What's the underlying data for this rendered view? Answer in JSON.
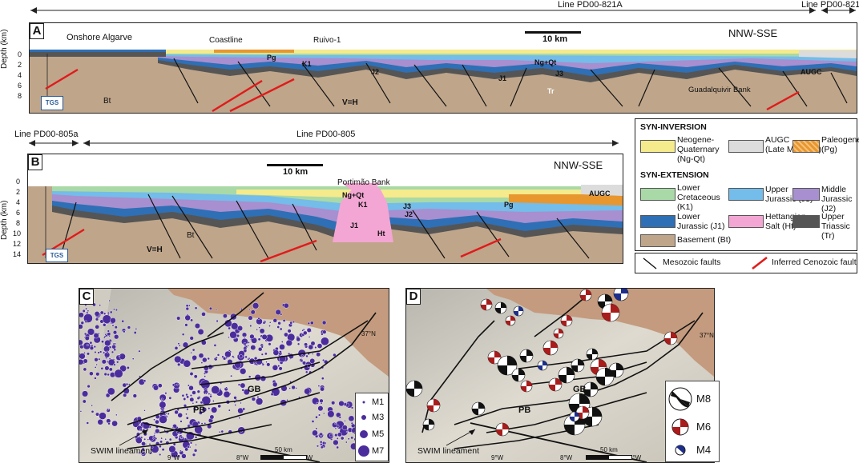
{
  "lines_top": {
    "line_a": "Line PD00-821A",
    "line_b": "Line PD00-821"
  },
  "panel_a": {
    "label": "A",
    "orientation": "NNW-SSE",
    "scale": "10 km",
    "places": [
      "Onshore Algarve",
      "Coastline",
      "Ruivo-1",
      "Guadalquivir Bank"
    ],
    "units": [
      "Pg",
      "K1",
      "J2",
      "J1",
      "J3",
      "Tr",
      "Bt",
      "Ng+Qt",
      "AUGC"
    ],
    "vh": "V=H",
    "depth_label": "Depth (km)",
    "depth_ticks": [
      "0",
      "2",
      "4",
      "6",
      "8"
    ],
    "logo": "TGS"
  },
  "lines_b": {
    "line_a": "Line PD00-805a",
    "line_b": "Line PD00-805"
  },
  "panel_b": {
    "label": "B",
    "orientation": "NNW-SSE",
    "scale": "10 km",
    "places": [
      "Portimão Bank"
    ],
    "units": [
      "Ng+Qt",
      "K1",
      "J3",
      "J2",
      "J1",
      "Ht",
      "Pg",
      "AUGC",
      "Bt"
    ],
    "vh": "V=H",
    "depth_label": "Depth (km)",
    "depth_ticks": [
      "0",
      "2",
      "4",
      "6",
      "8",
      "10",
      "12",
      "14"
    ],
    "logo": "TGS"
  },
  "legend": {
    "syn_inversion": "SYN-INVERSION",
    "syn_extension": "SYN-EXTENSION",
    "items": [
      {
        "l1": "Neogene-",
        "l2": "Quaternary",
        "l3": "(Ng-Qt)",
        "color": "#f5ea8c"
      },
      {
        "l1": "AUGC",
        "l2": "(Late Miocene)",
        "l3": "",
        "color": "#dcdcdc"
      },
      {
        "l1": "Paleogene",
        "l2": "(Pg)",
        "l3": "",
        "color": "#e8962e"
      },
      {
        "l1": "Lower",
        "l2": "Cretaceous",
        "l3": "(K1)",
        "color": "#a9d9a6"
      },
      {
        "l1": "Upper",
        "l2": "Jurassic (J3)",
        "l3": "",
        "color": "#74bce9"
      },
      {
        "l1": "Middle",
        "l2": "Jurassic (J2)",
        "l3": "",
        "color": "#a78fd0"
      },
      {
        "l1": "Lower",
        "l2": "Jurassic (J1)",
        "l3": "",
        "color": "#2f6fb5"
      },
      {
        "l1": "Hettangian",
        "l2": "Salt (Ht)",
        "l3": "",
        "color": "#f3a6d3"
      },
      {
        "l1": "Upper",
        "l2": "Triassic (Tr)",
        "l3": "",
        "color": "#555555"
      },
      {
        "l1": "Basement (Bt)",
        "l2": "",
        "l3": "",
        "color": "#bfa58a"
      }
    ],
    "faults": {
      "mesozoic": "Mesozoic faults",
      "cenozoic": "Inferred Cenozoic fault"
    }
  },
  "panel_c": {
    "label": "C",
    "pb": "PB",
    "gb": "GB",
    "swim": "SWIM lineament",
    "scale": "50 km",
    "lat": "37°N",
    "lon": [
      "9°W",
      "8°W",
      "7°W"
    ],
    "mags": [
      "M1",
      "M3",
      "M5",
      "M7"
    ]
  },
  "panel_d": {
    "label": "D",
    "pb": "PB",
    "gb": "GB",
    "swim": "SWIM lineament",
    "scale": "50 km",
    "lat": "37°N",
    "lon": [
      "9°W",
      "8°W",
      "7°W"
    ],
    "mags": [
      "M8",
      "M6",
      "M4"
    ]
  },
  "colors": {
    "basement": "#bfa58a",
    "triassic": "#555555",
    "salt": "#f3a6d3",
    "j1": "#2f6fb5",
    "j2": "#a78fd0",
    "j3": "#74bce9",
    "k1": "#a9d9a6",
    "pg": "#e8962e",
    "augc": "#dcdcdc",
    "ngqt": "#f5ea8c",
    "seismic": "#4b2c9c",
    "cenozoic_fault": "#e01b1b"
  }
}
